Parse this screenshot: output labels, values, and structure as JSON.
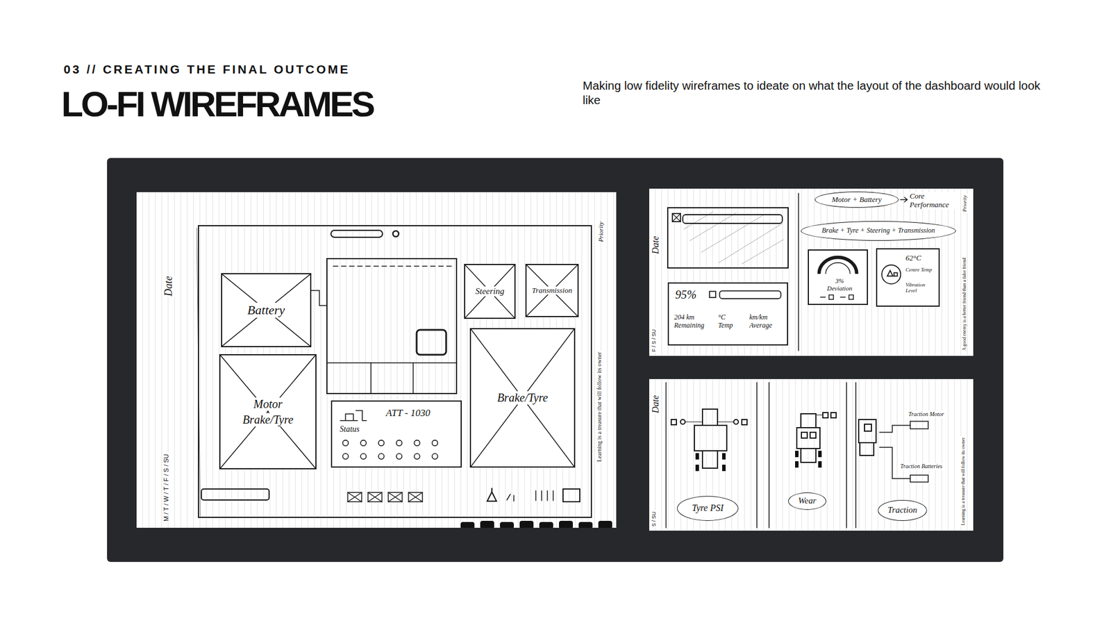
{
  "diagram": {
    "title": "LO-FI WIREFRAMES",
    "caption": "Making low fidelity wireframes to ideate on what the layout of the dashboard would look like",
    "nodes": [
      {
        "text": [
          "Battery"
        ]
      },
      {
        "text": [
          "Steering"
        ]
      },
      {
        "text": [
          "Transmission"
        ]
      },
      {
        "text": [
          "Motor",
          "Brake/Tyre"
        ]
      },
      {
        "text": [
          "ATT - 1030",
          "Status"
        ]
      },
      {
        "text": [
          "Brake/Tyre"
        ]
      },
      {
        "text": [
          "Motor + Battery"
        ]
      },
      {
        "text": [
          "Brake + Tyre + Steering + Transmission"
        ]
      },
      {
        "text": [
          "95%",
          "204 km Remaining",
          "°C Temp",
          "km/km Average"
        ]
      },
      {
        "text": [
          "3% Deviation"
        ]
      },
      {
        "text": [
          "62°C",
          "Centre Temp",
          "Vibration Level"
        ]
      },
      {
        "text": [
          "Tyre PSI"
        ]
      },
      {
        "text": [
          "Wear"
        ]
      },
      {
        "text": [
          "Traction"
        ]
      }
    ],
    "labels": [
      "03 // CREATING THE FINAL OUTCOME",
      "Date",
      "M / T / W / T / F / S / SU",
      "Priority",
      "Learning is a treasure that will follow its owner",
      "Date",
      "F / S / SU",
      "Priority",
      "Core Performance",
      "A good enemy is a better friend than a false friend",
      "Date",
      "S / SU",
      "Traction Motor",
      "Traction Batteries",
      "Learning is a treasure that will follow its owner"
    ]
  }
}
